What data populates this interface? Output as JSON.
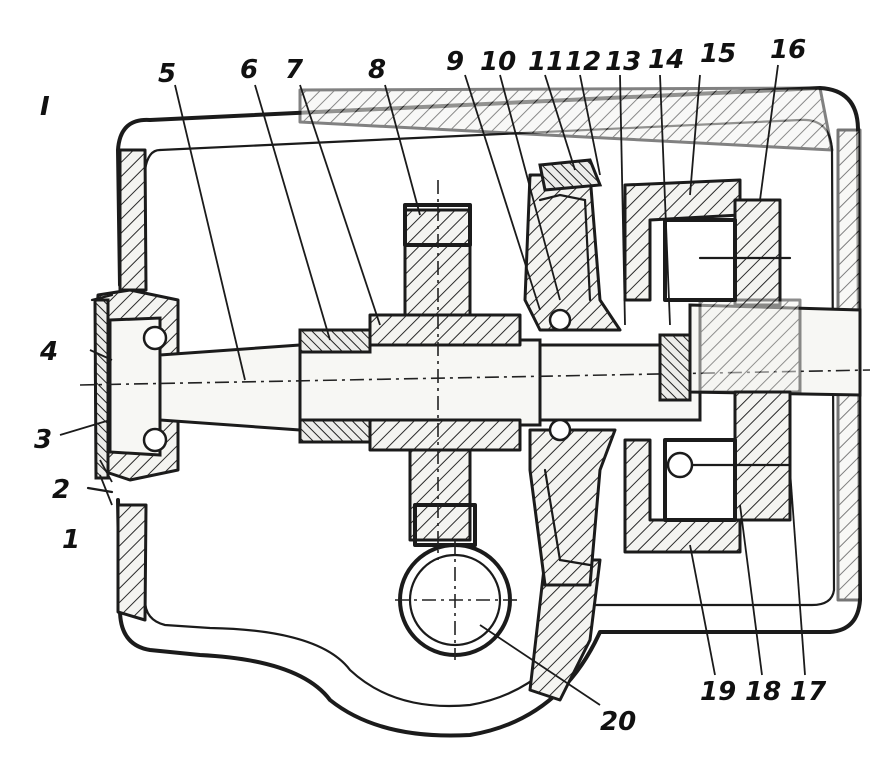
{
  "callouts": {
    "n1": "1",
    "n2": "2",
    "n3": "3",
    "n4": "4",
    "n5": "5",
    "n6": "6",
    "n7": "7",
    "n8": "8",
    "n9": "9",
    "n10": "10",
    "n11": "11",
    "n12": "12",
    "n13": "13",
    "n14": "14",
    "n15": "15",
    "n16": "16",
    "n17": "17",
    "n18": "18",
    "n19": "19",
    "n20": "20",
    "section_mark": "I"
  },
  "colors": {
    "ink": "#1b1b1b",
    "paper": "#ffffff"
  }
}
